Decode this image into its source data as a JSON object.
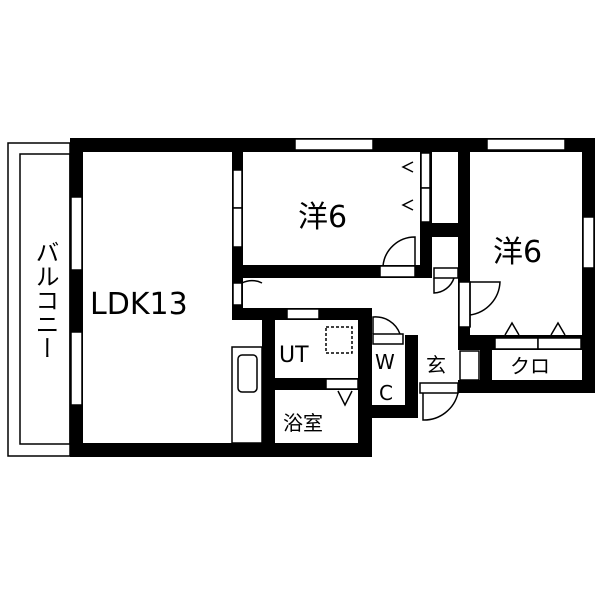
{
  "floor_plan": {
    "rooms": {
      "ldk": "LDK13",
      "western_room_1": "洋6",
      "western_room_2": "洋6",
      "balcony": "バルコニー",
      "utility": "UT",
      "toilet_w": "W",
      "toilet_c": "C",
      "entrance": "玄",
      "closet": "クロ",
      "bathroom": "浴室"
    },
    "colors": {
      "wall": "#000000",
      "background": "#ffffff"
    }
  }
}
